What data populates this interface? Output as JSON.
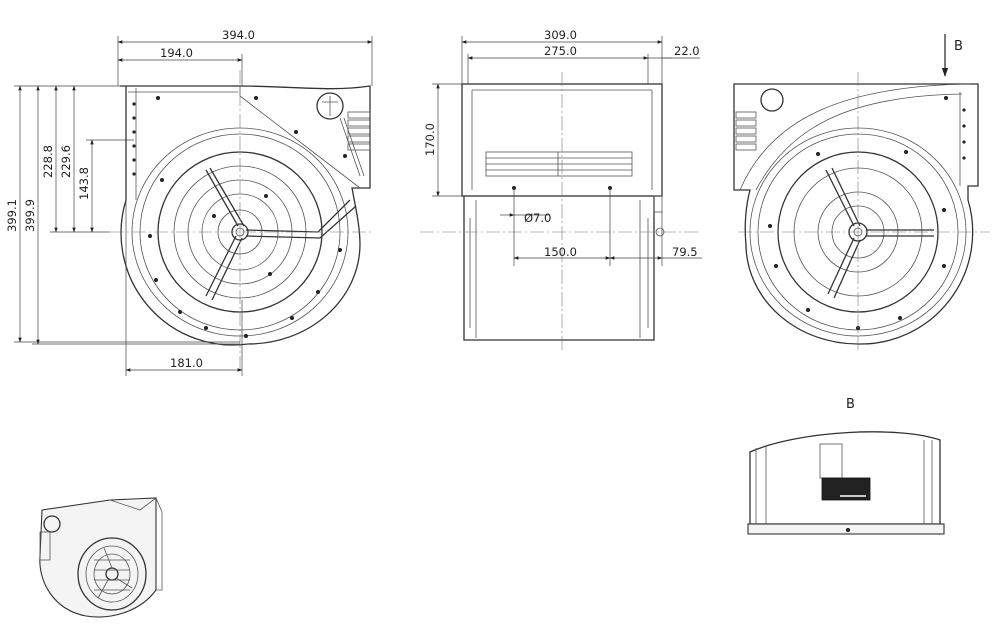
{
  "dimensions": {
    "front_total_width": "394.0",
    "front_half_width": "194.0",
    "front_inlet_width": "181.0",
    "front_height_a": "399.1",
    "front_height_b": "399.9",
    "front_height_c": "228.8",
    "front_height_d": "229.6",
    "front_height_e": "143.8",
    "side_total_width": "309.0",
    "side_width": "275.0",
    "side_flange": "22.0",
    "side_outlet_height": "170.0",
    "side_hole_diameter": "Ø7.0",
    "side_hole_spacing": "150.0",
    "side_hole_offset": "79.5"
  },
  "view_labels": {
    "view_arrow": "B",
    "detail_view": "B"
  }
}
